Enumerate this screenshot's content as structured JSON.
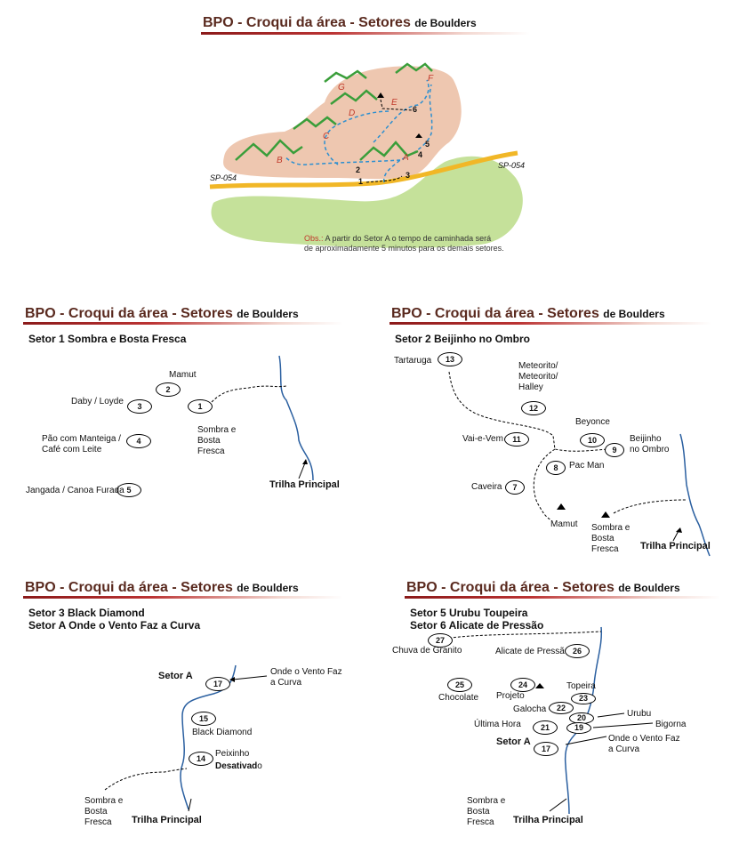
{
  "title_big": "BPO - Croqui da área - Setores",
  "title_small": "de Boulders",
  "overview": {
    "road_label_left": "SP-054",
    "road_label_right": "SP-054",
    "sectors": [
      "A",
      "B",
      "C",
      "D",
      "E",
      "F",
      "G"
    ],
    "trail_numbers": [
      "1",
      "2",
      "3",
      "4",
      "5",
      "6"
    ],
    "obs_label": "Obs.:",
    "obs_text_1": "A partir do Setor A  o tempo de caminhada será",
    "obs_text_2": "de aproximadamente 5 minutos para os demais setores."
  },
  "panel1": {
    "subtitle": "Setor 1 Sombra e Bosta Fresca",
    "trail": "Trilha Principal",
    "boulders": [
      {
        "n": "1",
        "label": "Sombra e\nBosta\nFresca"
      },
      {
        "n": "2",
        "label": "Mamut"
      },
      {
        "n": "3",
        "label": "Daby / Loyde"
      },
      {
        "n": "4",
        "label": "Pão com Manteiga /\nCafé com Leite"
      },
      {
        "n": "5",
        "label": "Jangada / Canoa Furada"
      }
    ]
  },
  "panel2": {
    "subtitle": "Setor 2 Beijinho no Ombro",
    "trail": "Trilha Principal",
    "boulders": [
      {
        "n": "13",
        "label": "Tartaruga"
      },
      {
        "n": "12",
        "label": "Meteorito/\nMeteorito/\nHalley"
      },
      {
        "n": "10",
        "label": "Beyonce"
      },
      {
        "n": "9",
        "label": "Beijinho\nno Ombro"
      },
      {
        "n": "11",
        "label": "Vai-e-Vem"
      },
      {
        "n": "8",
        "label": "Pac Man"
      },
      {
        "n": "7",
        "label": "Caveira"
      }
    ],
    "marks": [
      "Mamut",
      "Sombra e\nBosta\nFresca"
    ]
  },
  "panel3": {
    "subtitle_1": "Setor 3 Black Diamond",
    "subtitle_2": "Setor A Onde o Vento Faz a Curva",
    "setor_a": "Setor A",
    "trail": "Trilha Principal",
    "start": "Sombra e\nBosta\nFresca",
    "boulders": [
      {
        "n": "17",
        "label": "Onde o Vento Faz\na Curva"
      },
      {
        "n": "15",
        "label": "Black Diamond"
      },
      {
        "n": "14",
        "label": "Peixinho"
      }
    ],
    "desat_bold": "Desativad",
    "desat_tail": "o"
  },
  "panel4": {
    "subtitle_1": "Setor 5 Urubu Toupeira",
    "subtitle_2": "Setor 6 Alicate de Pressão",
    "setor_a": "Setor A",
    "trail": "Trilha Principal",
    "start": "Sombra e\nBosta\nFresca",
    "boulders": [
      {
        "n": "27",
        "label": "Chuva de Granito"
      },
      {
        "n": "26",
        "label": "Alicate de Pressão"
      },
      {
        "n": "25",
        "label": "Chocolate"
      },
      {
        "n": "24",
        "label": "Projeto"
      },
      {
        "n": "23",
        "label": "Topeira"
      },
      {
        "n": "22",
        "label": "Galocha"
      },
      {
        "n": "20",
        "label": "Urubu"
      },
      {
        "n": "19",
        "label": "Bigorna"
      },
      {
        "n": "21",
        "label": "Última Hora"
      },
      {
        "n": "17",
        "label": "Onde o Vento Faz\na Curva"
      }
    ]
  }
}
